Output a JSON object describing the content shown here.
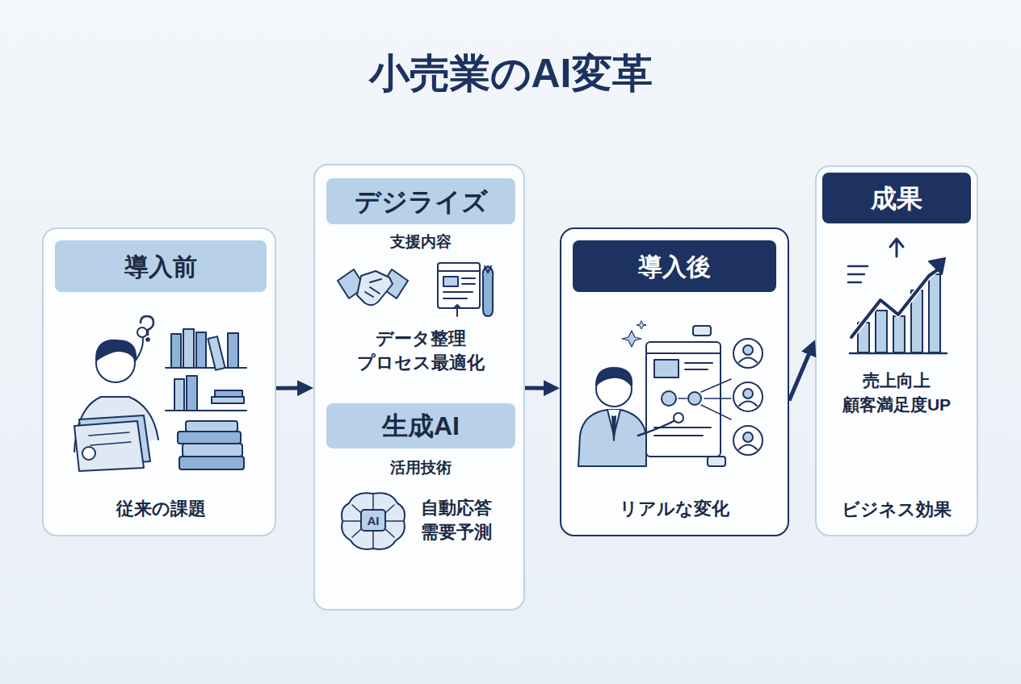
{
  "diagram": {
    "title": "小売業のAI変革",
    "nodes": [
      {
        "text": [
          "導入前",
          "従来の課題"
        ]
      },
      {
        "text": [
          "デジライズ",
          "支援内容",
          "データ整理 プロセス最適化",
          "生成AI",
          "活用技術",
          "自動応答 需要予測"
        ]
      },
      {
        "text": [
          "導入後",
          "リアルな変化"
        ]
      },
      {
        "text": [
          "成果",
          "売上向上 顧客満足度UP",
          "ビジネス効果"
        ]
      }
    ],
    "edges": [
      {
        "from": 0,
        "to": 1,
        "arrow": "to"
      },
      {
        "from": 1,
        "to": 2,
        "arrow": "to"
      },
      {
        "from": 2,
        "to": 3,
        "arrow": "to"
      }
    ],
    "labels": [
      "AI"
    ]
  }
}
